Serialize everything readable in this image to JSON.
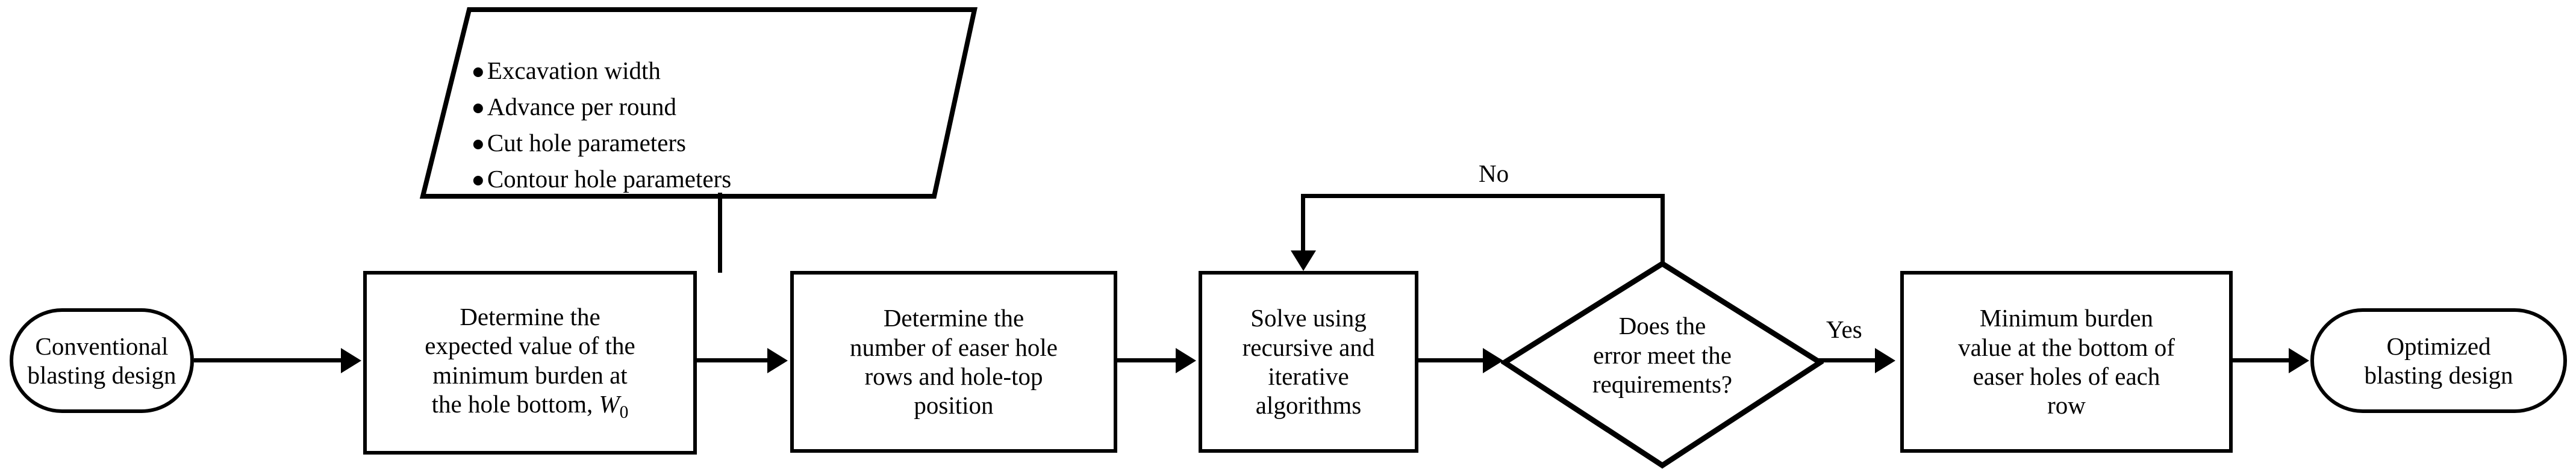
{
  "diagram": {
    "title": "Blasting design optimization flowchart",
    "orientation": "left-to-right",
    "stroke_color": "#000000",
    "fill_color": "#ffffff"
  },
  "nodes": {
    "start_terminator": {
      "shape": "stadium",
      "label_line1": "Conventional",
      "label_line2": "blasting design"
    },
    "input_parameters": {
      "shape": "parallelogram",
      "items": [
        "Excavation width",
        "Advance per round",
        "Cut hole parameters",
        "Contour hole parameters"
      ]
    },
    "process_1": {
      "shape": "rectangle",
      "label_line1": "Determine the",
      "label_line2": "expected value of the",
      "label_line3": "minimum burden at",
      "label_line4_prefix": "the hole bottom, ",
      "label_line4_var": "W",
      "label_line4_sub": "0"
    },
    "process_2": {
      "shape": "rectangle",
      "label": "Determine the\nnumber of easer hole\nrows and hole-top\nposition"
    },
    "process_3": {
      "shape": "rectangle",
      "label": "Solve using\nrecursive and\niterative\nalgorithms"
    },
    "decision": {
      "shape": "diamond",
      "label": "Does the\nerror meet the\nrequirements?"
    },
    "process_4": {
      "shape": "rectangle",
      "label": "Minimum burden\nvalue at the bottom of\neaser holes of each\nrow"
    },
    "end_terminator": {
      "shape": "stadium",
      "label_line1": "Optimized",
      "label_line2": "blasting design"
    }
  },
  "edges": {
    "no_branch_label": "No",
    "yes_branch_label": "Yes"
  }
}
